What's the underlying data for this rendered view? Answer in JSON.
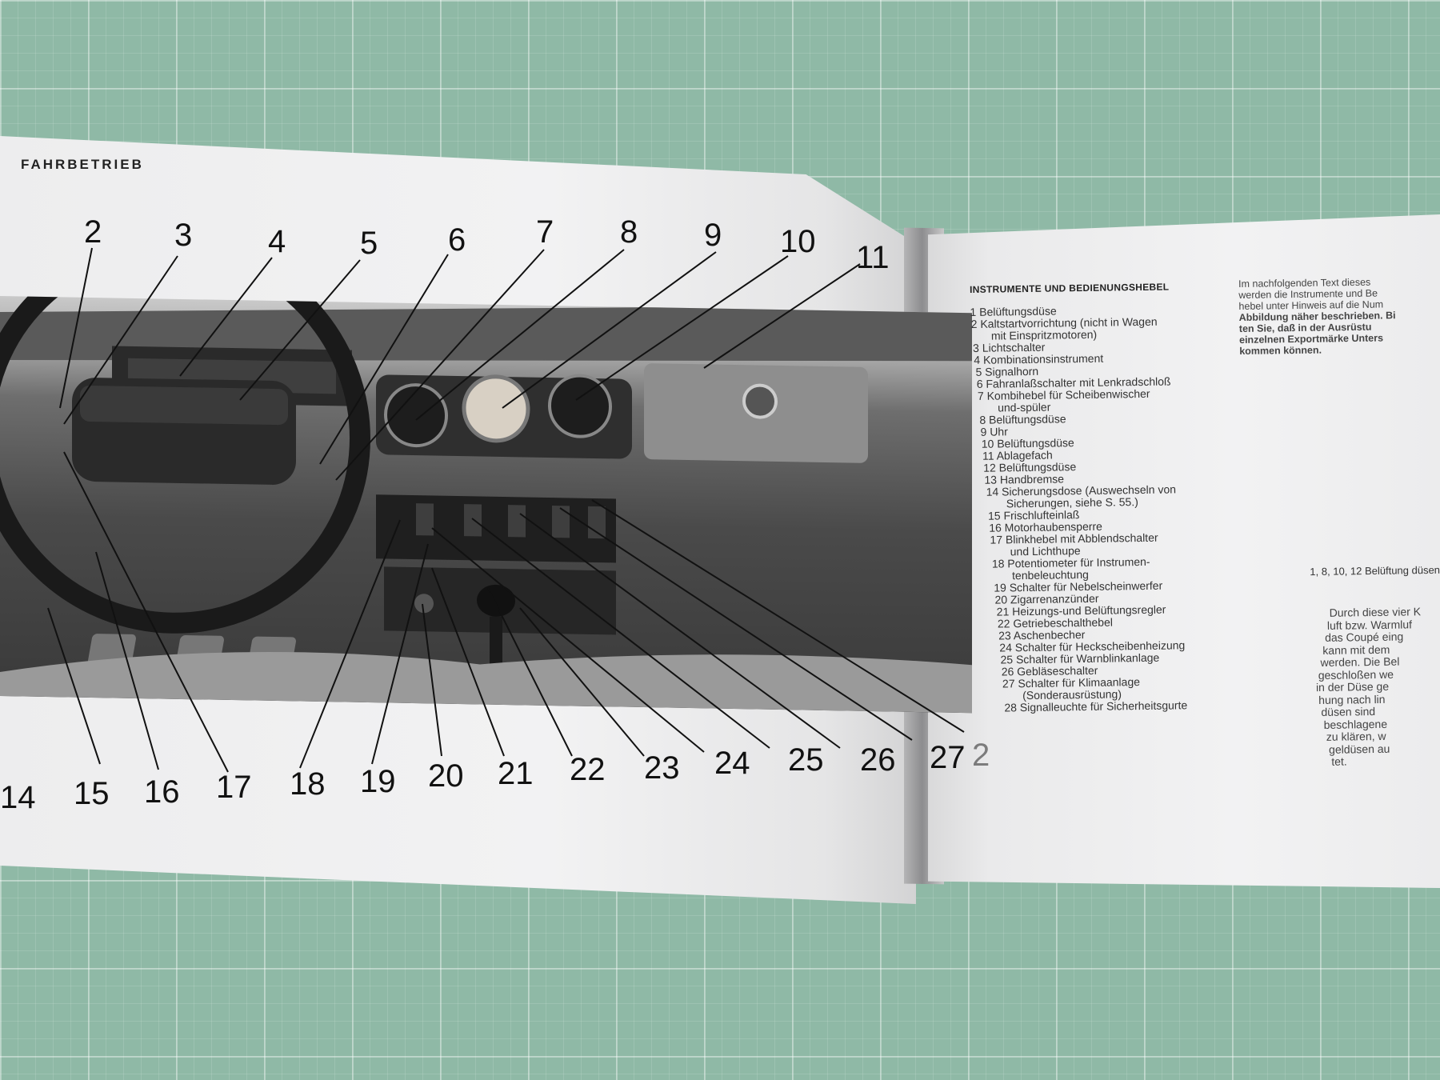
{
  "left_page": {
    "header": "FAHRBETRIEB",
    "callouts": [
      "2",
      "3",
      "4",
      "5",
      "6",
      "7",
      "8",
      "9",
      "10",
      "11",
      "14",
      "15",
      "16",
      "17",
      "18",
      "19",
      "20",
      "21",
      "22",
      "23",
      "24",
      "25",
      "26",
      "27",
      "2"
    ]
  },
  "right_page": {
    "title": "INSTRUMENTE UND BEDIENUNGSHEBEL",
    "items": [
      "1 Belüftungsdüse",
      "2 Kaltstartvorrichtung (nicht in Wagen",
      "mit Einspritzmotoren)",
      "3 Lichtschalter",
      "4 Kombinationsinstrument",
      "5 Signalhorn",
      "6 Fahranlaßschalter mit Lenkradschloß",
      "7 Kombihebel für Scheibenwischer",
      "und-spüler",
      "8 Belüftungsdüse",
      "9 Uhr",
      "10 Belüftungsdüse",
      "11 Ablagefach",
      "12 Belüftungsdüse",
      "13 Handbremse",
      "14 Sicherungsdose (Auswechseln von",
      "Sicherungen, siehe S. 55.)",
      "15 Frischlufteinlaß",
      "16 Motorhaubensperre",
      "17 Blinkhebel mit Abblendschalter",
      "und Lichthupe",
      "18 Potentiometer für Instrumen-",
      "tenbeleuchtung",
      "19 Schalter für Nebelscheinwerfer",
      "20 Zigarrenanzünder",
      "21 Heizungs-und Belüftungsregler",
      "22 Getriebeschalthebel",
      "23 Aschenbecher",
      "24 Schalter für Heckscheibenheizung",
      "25 Schalter für Warnblinkanlage",
      "26 Gebläseschalter",
      "27 Schalter für Klimaanlage",
      "(Sonderausrüstung)",
      "28 Signalleuchte für Sicherheitsgurte"
    ],
    "intro_lines": [
      "Im nachfolgenden Text dieses",
      "werden die Instrumente und Be",
      "hebel unter Hinweis auf die Num",
      "Abbildung näher beschrieben. Bi",
      "ten Sie, daß in der Ausrüstu",
      "einzelnen Exportmärke Unters",
      "kommen können."
    ],
    "subheading": "1, 8, 10, 12 Belüftung düsen",
    "paragraph_lines": [
      "Durch diese vier K",
      "luft bzw. Warmluf",
      "das Coupé eing",
      "kann mit dem",
      "werden. Die Bel",
      "geschloßen we",
      "in der Düse ge",
      "hung nach lin",
      "düsen sind",
      "beschlagene",
      "zu klären, w",
      "geldüsen au",
      "tet."
    ]
  }
}
